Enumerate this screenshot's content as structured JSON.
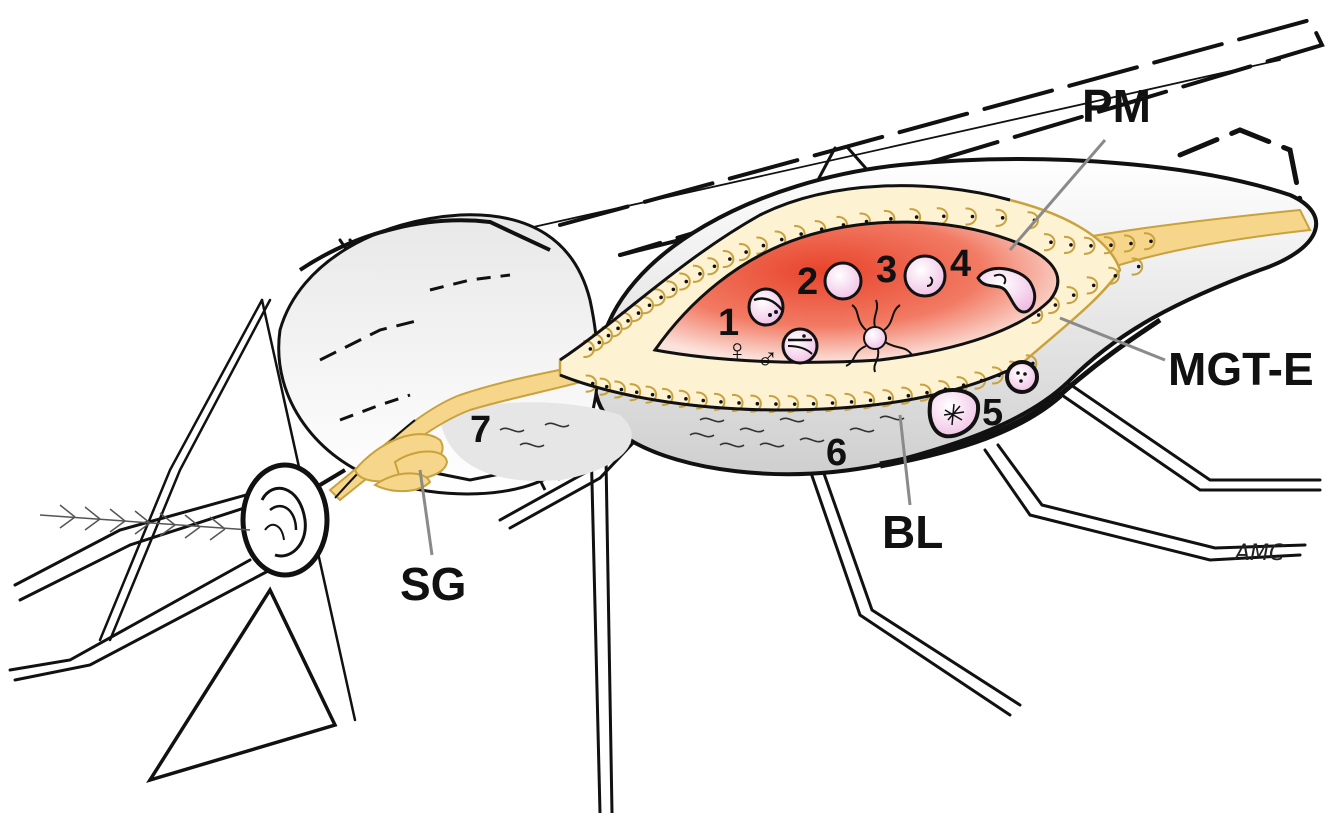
{
  "labels": {
    "pm": "PM",
    "mgt_e": "MGT-E",
    "bl": "BL",
    "sg": "SG",
    "signature": "AMC"
  },
  "stages": [
    "1",
    "2",
    "3",
    "4",
    "5",
    "6",
    "7"
  ],
  "symbols": {
    "female": "♀",
    "male": "♂"
  },
  "colors": {
    "lumen_core": "#e8442c",
    "lumen_edge": "#fbe3dc",
    "epithelium": "#fdf2d2",
    "epithelium_outline": "#c9a23e",
    "gut_tube": "#f6d68a",
    "parasite": "#f4c9ea",
    "outline": "#111111",
    "leader_line": "#8a8a8a"
  }
}
